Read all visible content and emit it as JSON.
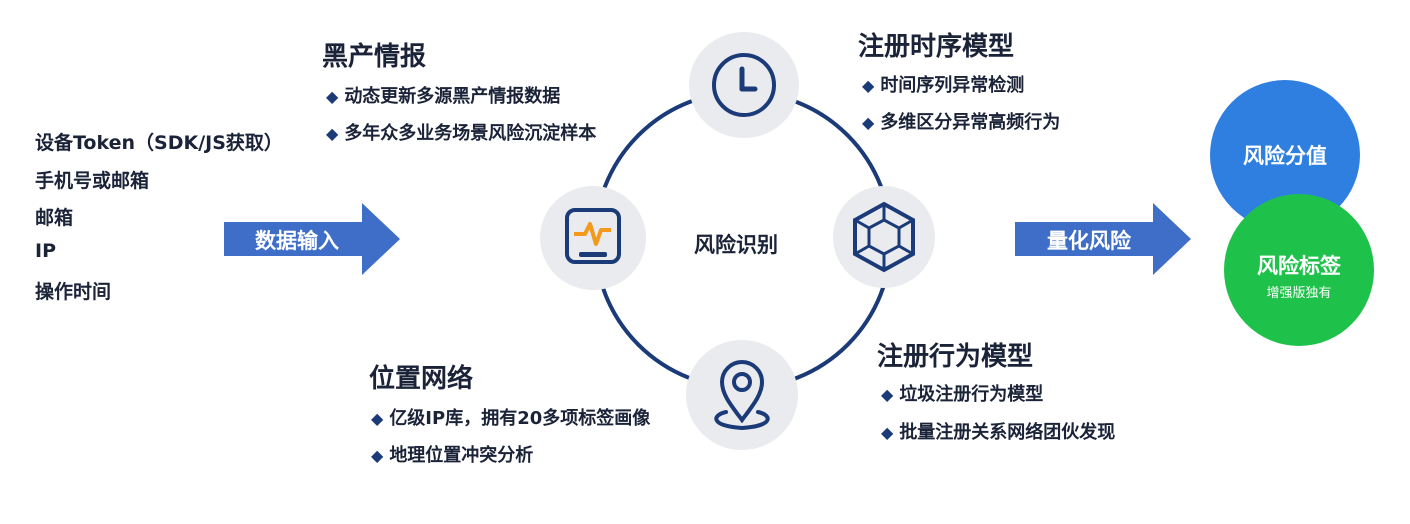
{
  "inputs": {
    "items": [
      "设备Token（SDK/JS获取）",
      "手机号或邮箱",
      "邮箱",
      "IP",
      "操作时间"
    ]
  },
  "arrows": {
    "data_input_label": "数据输入",
    "quantify_label": "量化风险"
  },
  "center": {
    "label": "风险识别"
  },
  "blackmarket": {
    "title": "黑产情报",
    "bullets": [
      "动态更新多源黑产情报数据",
      "多年众多业务场景风险沉淀样本"
    ]
  },
  "timing_model": {
    "title": "注册时序模型",
    "bullets": [
      "时间序列异常检测",
      "多维区分异常高频行为"
    ]
  },
  "behavior_model": {
    "title": "注册行为模型",
    "bullets": [
      "垃圾注册行为模型",
      "批量注册关系网络团伙发现"
    ]
  },
  "location": {
    "title": "位置网络",
    "bullets": [
      "亿级IP库，拥有20多项标签画像",
      "地理位置冲突分析"
    ]
  },
  "outputs": {
    "score_label": "风险分值",
    "tag_label": "风险标签",
    "tag_sub": "增强版独有"
  },
  "colors": {
    "ring": "#1b3a78",
    "arrow": "#3f6ec9",
    "score_ball": "#2e7fe0",
    "tag_ball": "#1ec24a",
    "icon_orange": "#f39a1d",
    "icon_navy": "#1b3a78"
  },
  "icons": [
    "clock-icon",
    "monitor-pulse-icon",
    "cube-icon",
    "location-pin-icon",
    "diamond-bullet-icon"
  ]
}
